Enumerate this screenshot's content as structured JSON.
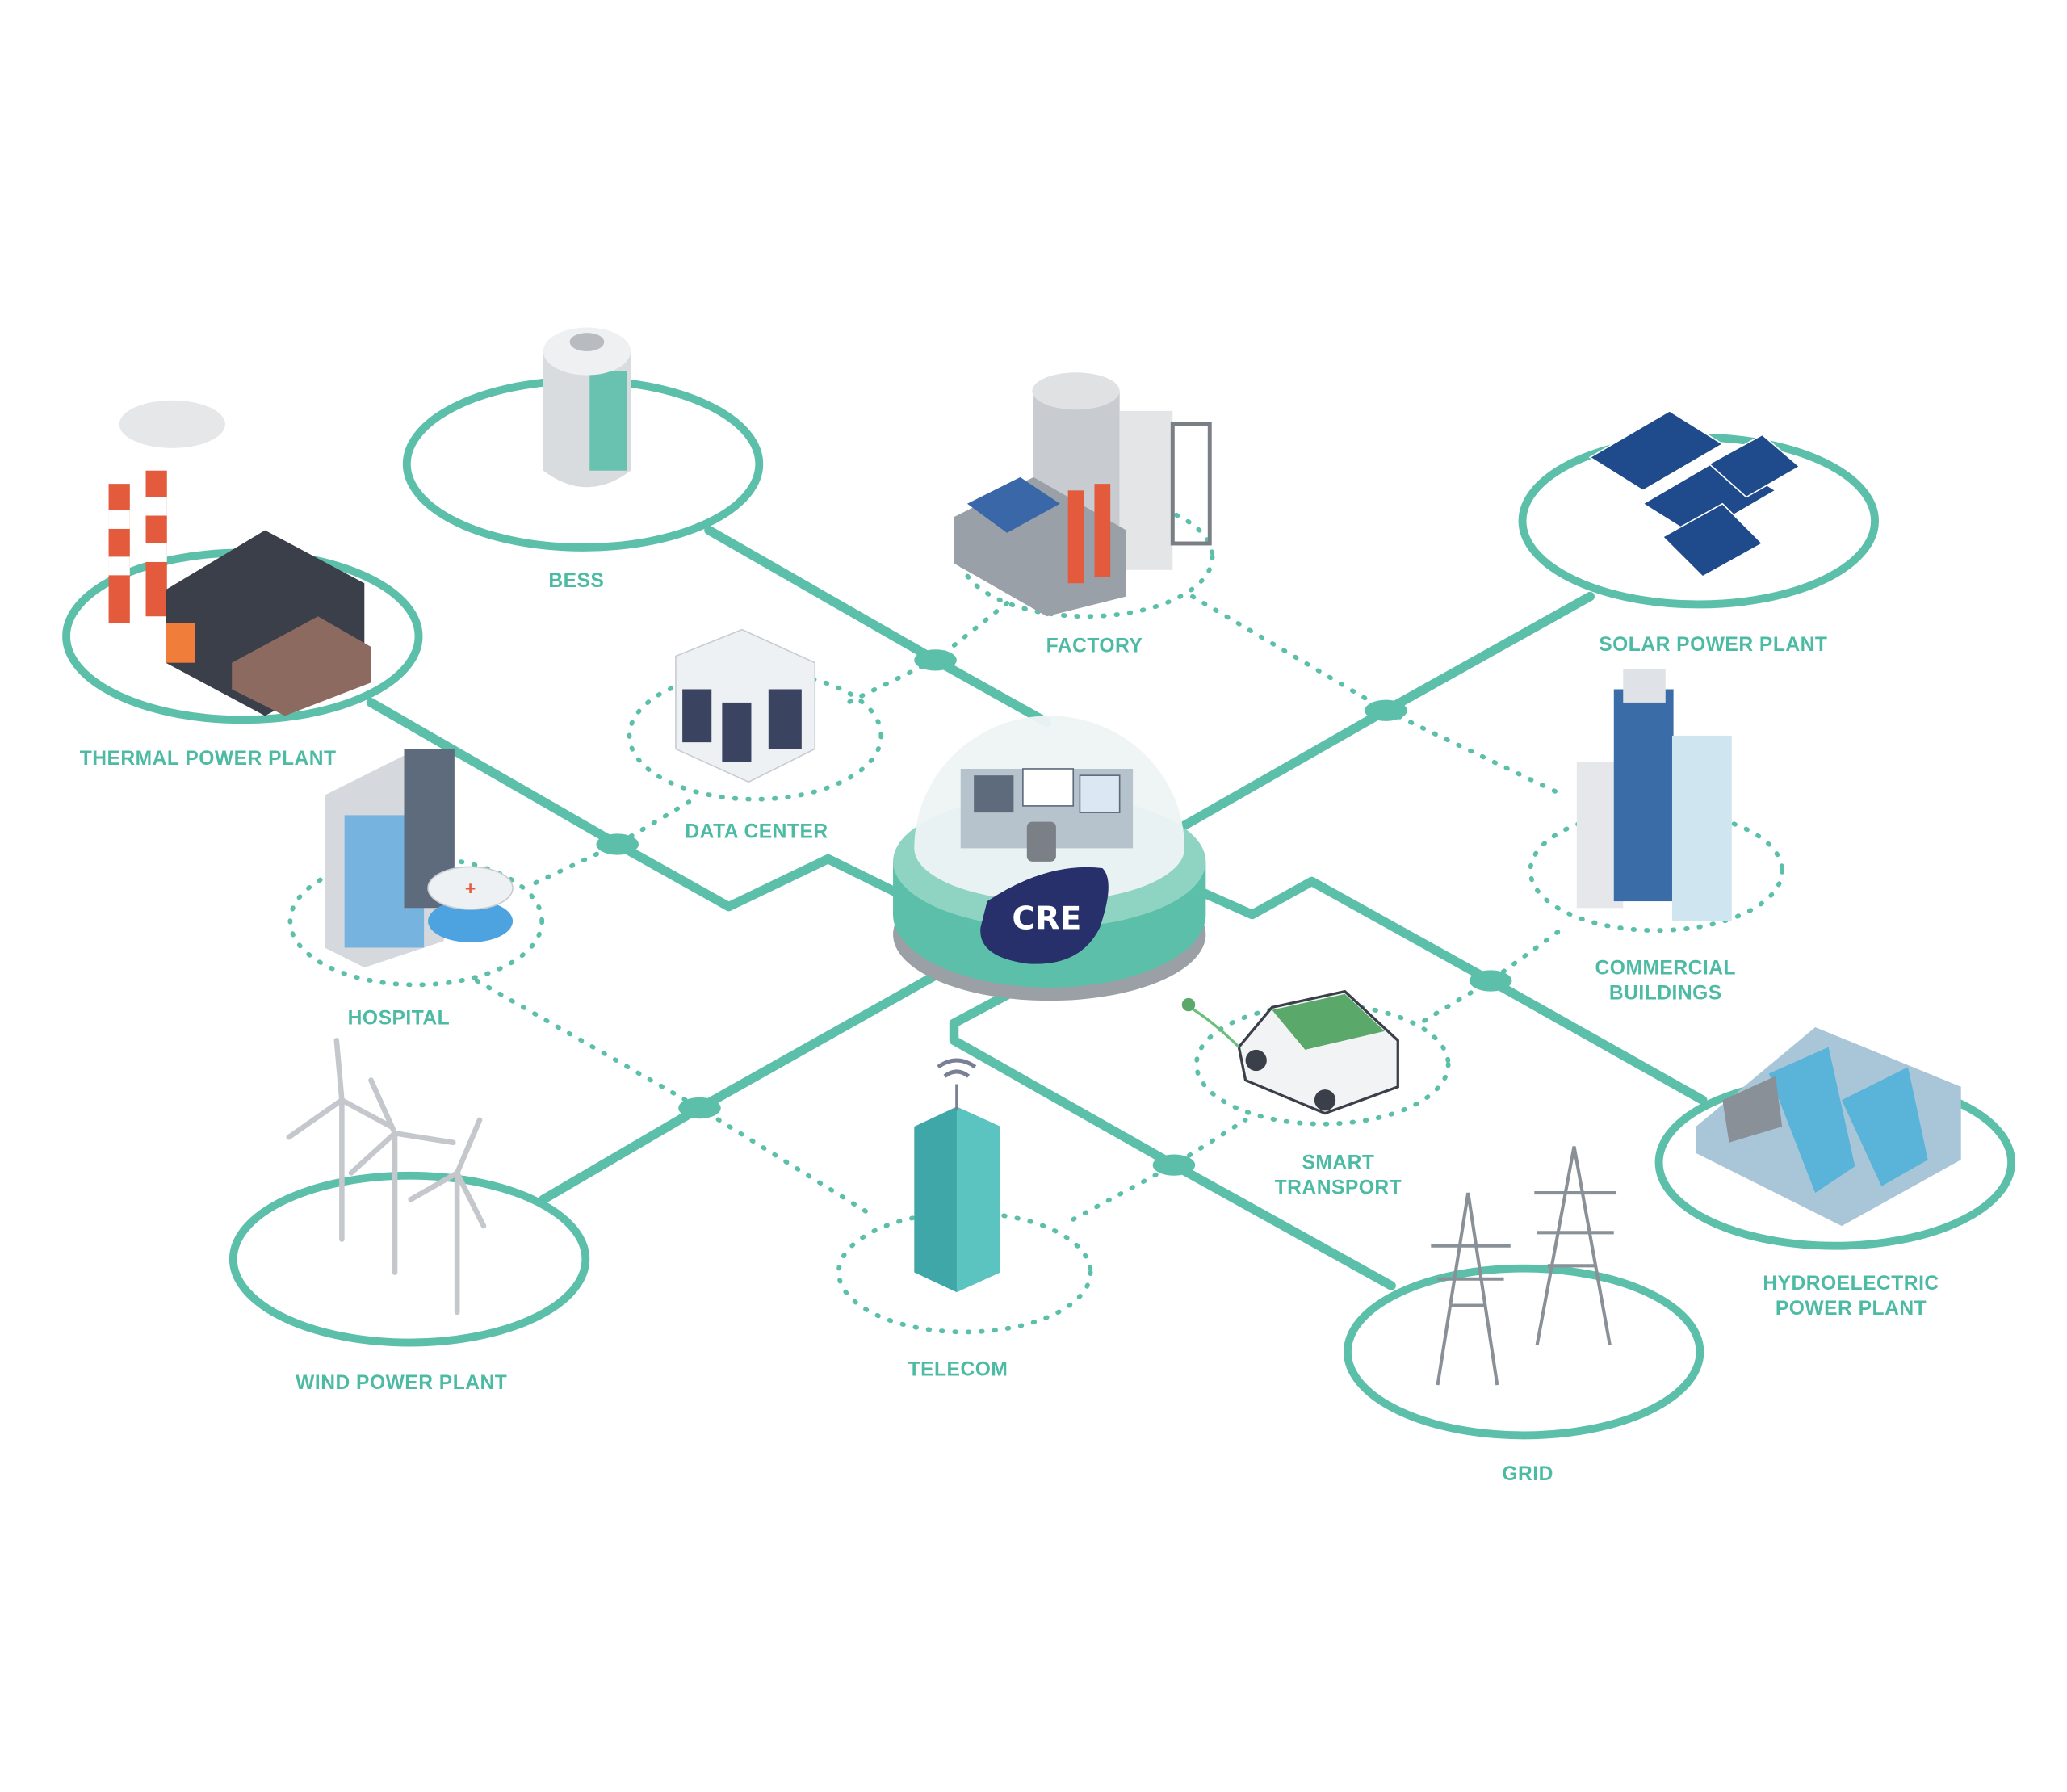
{
  "hub": {
    "logo_text": "CRE",
    "brand_color": "#27306b",
    "accent_color": "#5cbfa9"
  },
  "nodes": {
    "bess": "BESS",
    "thermal": "THERMAL POWER PLANT",
    "factory": "FACTORY",
    "solar": "SOLAR POWER PLANT",
    "data_center": "DATA CENTER",
    "hospital": "HOSPITAL",
    "commercial": [
      "COMMERCIAL",
      "BUILDINGS"
    ],
    "smart_transport": [
      "SMART",
      "TRANSPORT"
    ],
    "hydro": [
      "HYDROELECTRIC",
      "POWER PLANT"
    ],
    "wind": "WIND POWER PLANT",
    "telecom": "TELECOM",
    "grid": "GRID"
  }
}
